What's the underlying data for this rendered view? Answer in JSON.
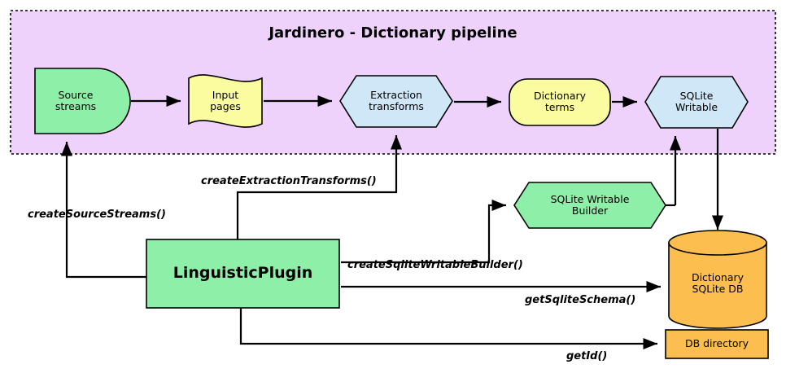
{
  "diagram": {
    "title": "Jardinero - Dictionary pipeline",
    "pipeline_nodes": [
      {
        "id": "source-streams",
        "label": "Source\nstreams",
        "shape": "d-shape",
        "fill": "#8ef0a8"
      },
      {
        "id": "input-pages",
        "label": "Input\npages",
        "shape": "wave-document",
        "fill": "#fbfba0"
      },
      {
        "id": "extraction-transforms",
        "label": "Extraction\ntransforms",
        "shape": "hexagon",
        "fill": "#cfe7f7"
      },
      {
        "id": "dictionary-terms",
        "label": "Dictionary\nterms",
        "shape": "rounded-rect",
        "fill": "#fbfba0"
      },
      {
        "id": "sqlite-writable",
        "label": "SQLite\nWritable",
        "shape": "hexagon",
        "fill": "#cfe7f7"
      }
    ],
    "other_nodes": [
      {
        "id": "sqlite-writable-builder",
        "label": "SQLite Writable\nBuilder",
        "shape": "hexagon",
        "fill": "#8ef0a8"
      },
      {
        "id": "linguistic-plugin",
        "label": "LinguisticPlugin",
        "shape": "rect",
        "fill": "#8ef0a8"
      },
      {
        "id": "dictionary-sqlite-db",
        "label": "Dictionary\nSQLite DB",
        "shape": "cylinder",
        "fill": "#fcbe4e"
      },
      {
        "id": "db-directory",
        "label": "DB directory",
        "shape": "rect",
        "fill": "#fcbe4e"
      }
    ],
    "call_labels": [
      {
        "id": "create-source-streams",
        "text": "createSourceStreams()"
      },
      {
        "id": "create-extraction-transforms",
        "text": "createExtractionTransforms()"
      },
      {
        "id": "create-sqlite-writable-builder",
        "text": "createSqliteWritableBuilder()"
      },
      {
        "id": "get-sqlite-schema",
        "text": "getSqliteSchema()"
      },
      {
        "id": "get-id",
        "text": "getId()"
      }
    ],
    "colors": {
      "panel_fill": "#eed2fb",
      "panel_border": "#000000",
      "green": "#8ef0a8",
      "yellow": "#fbfba0",
      "blue": "#cfe7f7",
      "orange": "#fcbe4e",
      "stroke": "#000000"
    }
  }
}
